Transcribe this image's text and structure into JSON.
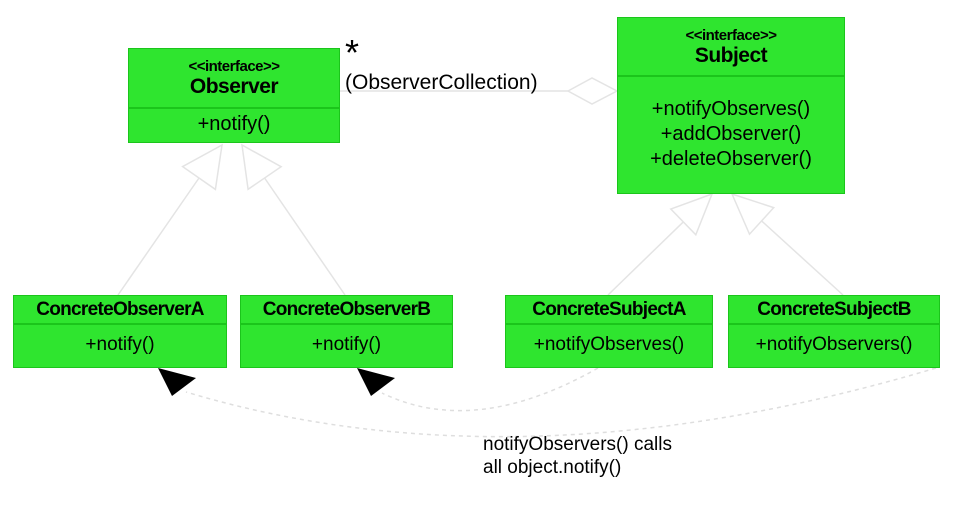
{
  "diagram": {
    "type": "uml-class-diagram",
    "pattern": "Observer",
    "colors": {
      "box_fill": "#2fe52f",
      "box_border": "#1bc51b",
      "faint_line": "#e4e4e4",
      "dependency_arrow": "#000000",
      "text": "#000000",
      "background": "#ffffff"
    },
    "classes": [
      {
        "id": "observer",
        "stereotype": "<<interface>>",
        "name": "Observer",
        "methods": [
          "+notify()"
        ]
      },
      {
        "id": "subject",
        "stereotype": "<<interface>>",
        "name": "Subject",
        "methods": [
          "+notifyObserves()",
          "+addObserver()",
          "+deleteObserver()"
        ]
      },
      {
        "id": "concrete-observer-a",
        "name": "ConcreteObserverA",
        "methods": [
          "+notify()"
        ]
      },
      {
        "id": "concrete-observer-b",
        "name": "ConcreteObserverB",
        "methods": [
          "+notify()"
        ]
      },
      {
        "id": "concrete-subject-a",
        "name": "ConcreteSubjectA",
        "methods": [
          "+notifyObserves()"
        ]
      },
      {
        "id": "concrete-subject-b",
        "name": "ConcreteSubjectB",
        "methods": [
          "+notifyObservers()"
        ]
      }
    ],
    "labels": {
      "multiplicity": "*",
      "collection": "(ObserverCollection)",
      "note_line1": "notifyObservers() calls",
      "note_line2": "all object.notify()"
    },
    "relations": [
      {
        "type": "aggregation",
        "from": "observer",
        "to": "subject",
        "label": "* (ObserverCollection)"
      },
      {
        "type": "generalization",
        "from": "concrete-observer-a",
        "to": "observer"
      },
      {
        "type": "generalization",
        "from": "concrete-observer-b",
        "to": "observer"
      },
      {
        "type": "generalization",
        "from": "concrete-subject-a",
        "to": "subject"
      },
      {
        "type": "generalization",
        "from": "concrete-subject-b",
        "to": "subject"
      },
      {
        "type": "dependency",
        "from": "concrete-subject-a",
        "to": "concrete-observer-b"
      },
      {
        "type": "dependency",
        "from": "concrete-subject-b",
        "to": "concrete-observer-a"
      }
    ]
  }
}
